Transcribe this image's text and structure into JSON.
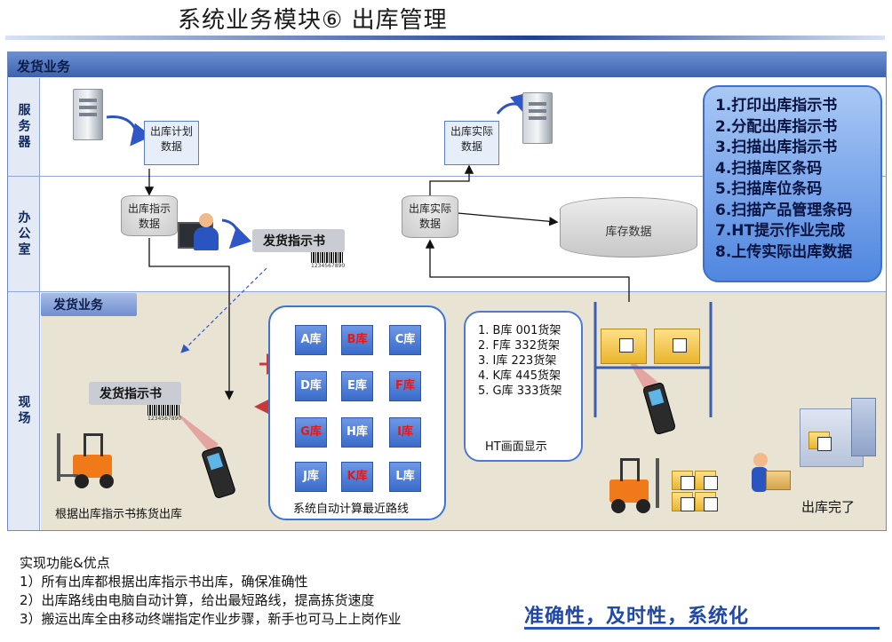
{
  "title": "系统业务模块⑥  出库管理",
  "header": "发货业务",
  "lanes": {
    "server": "服务器",
    "office": "办公室",
    "site": "现场"
  },
  "server_lane": {
    "plan_doc": [
      "出库计划",
      "数据"
    ],
    "actual_doc": [
      "出库实际",
      "数据"
    ]
  },
  "office_lane": {
    "db_instruction": [
      "出库指示",
      "数据"
    ],
    "db_actual": [
      "出库实际",
      "数据"
    ],
    "db_stock": "库存数据",
    "slip": "发货指示书",
    "barcode_num": "1234567890"
  },
  "steps": [
    "1.打印出库指示书",
    "2.分配出库指示书",
    "3.扫描出库指示书",
    "4.扫描库区条码",
    "5.扫描库位条码",
    "6.扫描产品管理条码",
    "7.HT提示作业完成",
    "8.上传实际出库数据"
  ],
  "site_lane": {
    "tag": "发货业务",
    "slip": "发货指示书",
    "barcode_num": "1234567890",
    "pick_caption": "根据出库指示书拣货出库",
    "grid": [
      {
        "label": "A库",
        "red": false
      },
      {
        "label": "B库",
        "red": true
      },
      {
        "label": "C库",
        "red": false
      },
      {
        "label": "D库",
        "red": false
      },
      {
        "label": "E库",
        "red": false
      },
      {
        "label": "F库",
        "red": true
      },
      {
        "label": "G库",
        "red": true
      },
      {
        "label": "H库",
        "red": false
      },
      {
        "label": "I库",
        "red": true
      },
      {
        "label": "J库",
        "red": false
      },
      {
        "label": "K库",
        "red": true
      },
      {
        "label": "L库",
        "red": false
      }
    ],
    "route_caption": "系统自动计算最近路线",
    "ht_lines": [
      "1. B库 001货架",
      "2. F库 332货架",
      "3. I库  223货架",
      "4. K库 445货架",
      "5. G库 333货架"
    ],
    "ht_caption": "HT画面显示",
    "done_caption": "出库完了"
  },
  "notes": {
    "heading": "实现功能&优点",
    "items": [
      "1）所有出库都根据出库指示书出库，确保准确性",
      "2）出库路线由电脑自动计算，给出最短路线，提高拣货速度",
      "3）搬运出库全由移动终端指定作业步骤，新手也可马上上岗作业"
    ]
  },
  "slogan": "准确性，及时性，系统化",
  "colors": {
    "accent": "#3b73d6",
    "route": "#c83a3a",
    "highlight": "#e01a1a"
  }
}
